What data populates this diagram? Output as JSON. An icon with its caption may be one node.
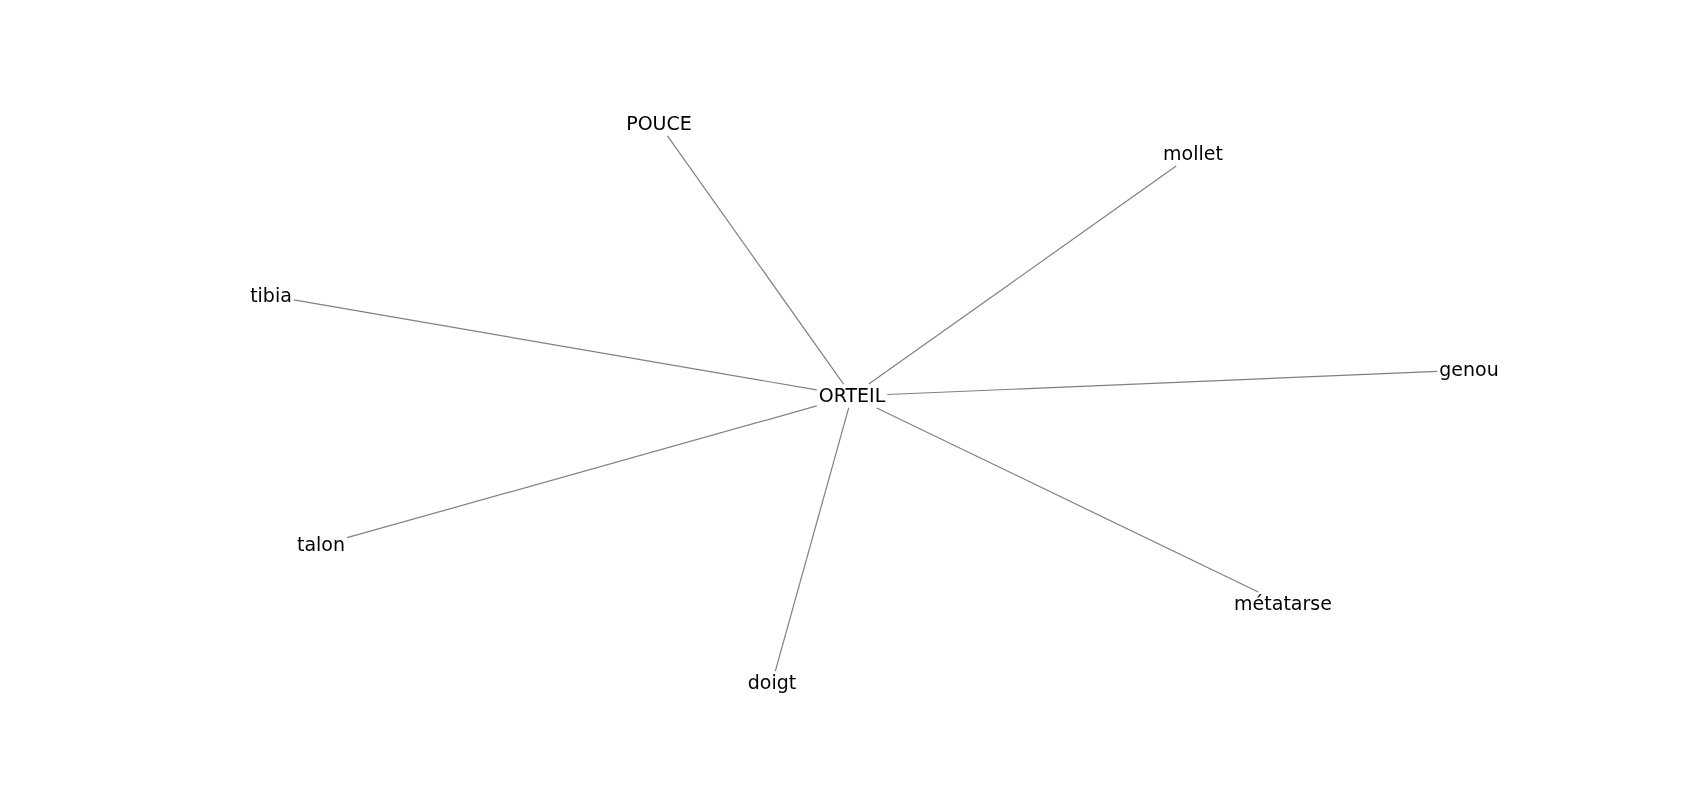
{
  "diagram": {
    "nodes": [
      {
        "text": [
          "POUCE"
        ]
      },
      {
        "text": [
          "mollet"
        ]
      },
      {
        "text": [
          "tibia"
        ]
      },
      {
        "text": [
          "genou"
        ]
      },
      {
        "text": [
          "ORTEIL"
        ]
      },
      {
        "text": [
          "talon"
        ]
      },
      {
        "text": [
          "métatarse"
        ]
      },
      {
        "text": [
          "doigt"
        ]
      }
    ],
    "edges": [
      {
        "from": 4,
        "to": 0,
        "arrow": "none"
      },
      {
        "from": 4,
        "to": 1,
        "arrow": "none"
      },
      {
        "from": 4,
        "to": 2,
        "arrow": "none"
      },
      {
        "from": 4,
        "to": 3,
        "arrow": "none"
      },
      {
        "from": 4,
        "to": 5,
        "arrow": "none"
      },
      {
        "from": 4,
        "to": 6,
        "arrow": "none"
      },
      {
        "from": 4,
        "to": 7,
        "arrow": "none"
      }
    ]
  }
}
